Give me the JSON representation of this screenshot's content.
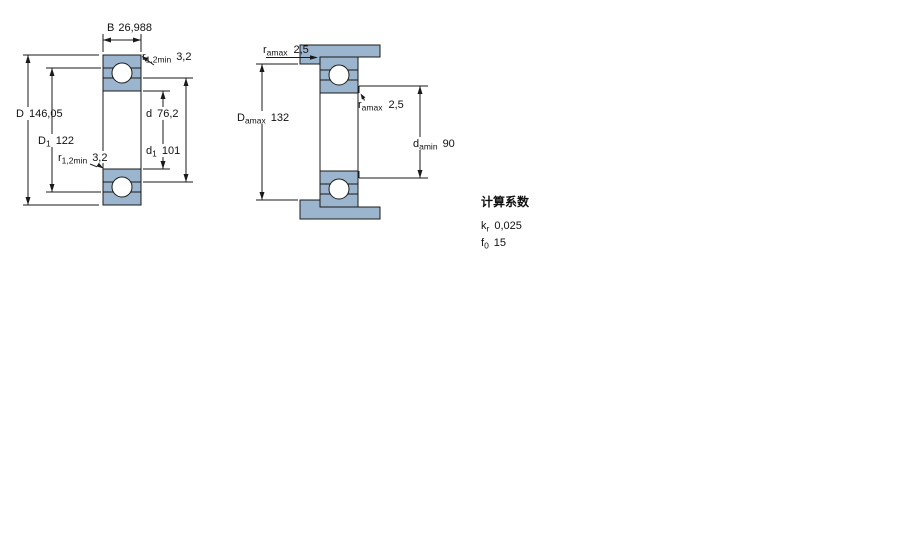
{
  "colors": {
    "section_fill": "#9CB5CE",
    "line": "#1a1a1a",
    "background": "#ffffff"
  },
  "left_figure": {
    "dims": {
      "B": {
        "label": "B",
        "sub": "",
        "value": "26,988"
      },
      "r_top": {
        "label": "r",
        "sub": "1,2min",
        "value": "3,2"
      },
      "D": {
        "label": "D",
        "sub": "",
        "value": "146,05"
      },
      "D1": {
        "label": "D",
        "sub": "1",
        "value": "122"
      },
      "d": {
        "label": "d",
        "sub": "",
        "value": "76,2"
      },
      "d1": {
        "label": "d",
        "sub": "1",
        "value": "101"
      },
      "r_bottom": {
        "label": "r",
        "sub": "1,2min",
        "value": "3,2"
      }
    }
  },
  "right_figure": {
    "dims": {
      "ra_top": {
        "label": "r",
        "sub": "amax",
        "value": "2,5"
      },
      "ra_mid": {
        "label": "r",
        "sub": "amax",
        "value": "2,5"
      },
      "Da": {
        "label": "D",
        "sub": "amax",
        "value": "132"
      },
      "da": {
        "label": "d",
        "sub": "amin",
        "value": "90"
      }
    }
  },
  "calculation_factors": {
    "title": "计算系数",
    "rows": [
      {
        "label": "k",
        "sub": "r",
        "value": "0,025"
      },
      {
        "label": "f",
        "sub": "0",
        "value": "15"
      }
    ]
  }
}
